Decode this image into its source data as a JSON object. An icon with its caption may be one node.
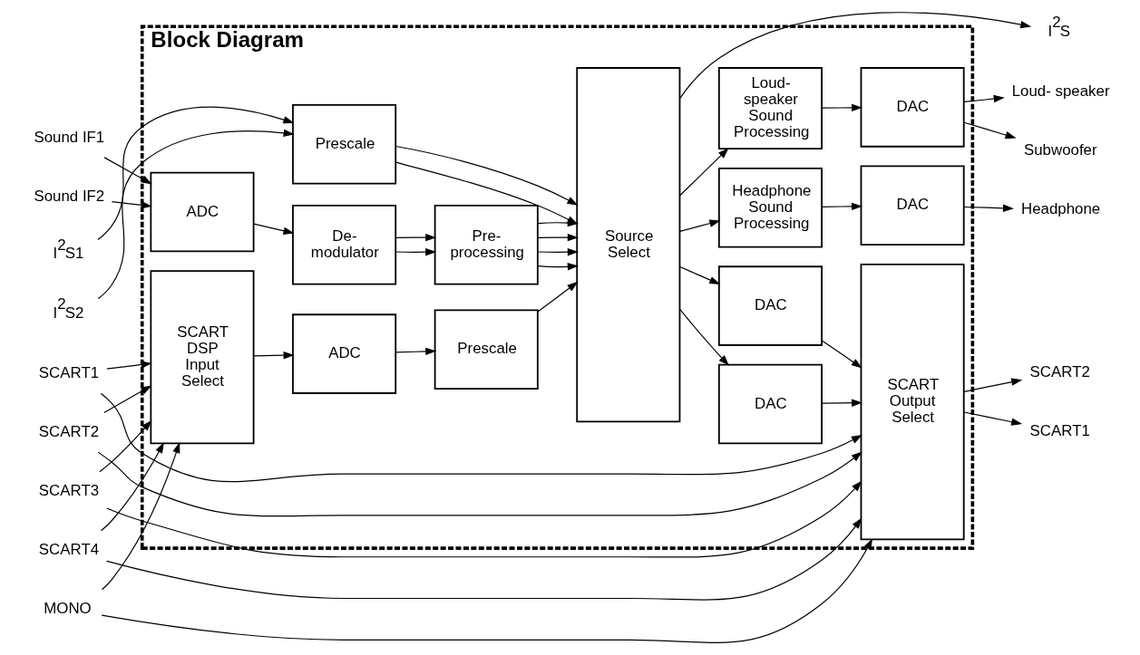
{
  "diagram": {
    "nodes": [
      {
        "text": [
          "Block Diagram"
        ]
      },
      {
        "text": [
          "Sound IF1"
        ]
      },
      {
        "text": [
          "Sound IF2"
        ]
      },
      {
        "text": [
          "I$^{2}$S1"
        ]
      },
      {
        "text": [
          "I$^{2}$S2"
        ]
      },
      {
        "text": [
          "SCART1"
        ]
      },
      {
        "text": [
          "SCART2"
        ]
      },
      {
        "text": [
          "SCART3"
        ]
      },
      {
        "text": [
          "SCART4"
        ]
      },
      {
        "text": [
          "MONO"
        ]
      },
      {
        "text": [
          "ADC"
        ],
        "in": 0
      },
      {
        "text": [
          "De- modulator"
        ],
        "in": 0
      },
      {
        "text": [
          "Pre- processing"
        ],
        "in": 0
      },
      {
        "text": [
          "Prescale"
        ],
        "in": 0
      },
      {
        "text": [
          "SCART DSP Input Select"
        ],
        "in": 0
      },
      {
        "text": [
          "ADC"
        ],
        "in": 0
      },
      {
        "text": [
          "Prescale"
        ],
        "in": 0
      },
      {
        "text": [
          "Source Select"
        ],
        "in": 0
      },
      {
        "text": [
          "Loud- speaker Sound Processing"
        ],
        "in": 0
      },
      {
        "text": [
          "Headphone Sound Processing"
        ],
        "in": 0
      },
      {
        "text": [
          "DAC"
        ],
        "in": 0
      },
      {
        "text": [
          "DAC"
        ],
        "in": 0
      },
      {
        "text": [
          "DAC"
        ],
        "in": 0
      },
      {
        "text": [
          "DAC"
        ],
        "in": 0
      },
      {
        "text": [
          "SCART Output Select"
        ],
        "in": 0
      },
      {
        "text": [
          "Loud- speaker"
        ]
      },
      {
        "text": [
          "Subwoofer"
        ]
      },
      {
        "text": [
          "Headphone"
        ]
      },
      {
        "text": [
          "I$^{2}$S"
        ]
      },
      {
        "text": [
          "SCART1"
        ]
      },
      {
        "text": [
          "SCART2"
        ]
      }
    ],
    "edges": [
      {
        "from": 1,
        "to": 10,
        "arrow": "to"
      },
      {
        "from": 2,
        "to": 10,
        "arrow": "to"
      },
      {
        "from": 10,
        "to": 11,
        "arrow": "to"
      },
      {
        "from": 11,
        "to": 12,
        "arrow": "to"
      },
      {
        "from": 11,
        "to": 12,
        "arrow": "to"
      },
      {
        "from": 12,
        "to": 17,
        "arrow": "to"
      },
      {
        "from": 12,
        "to": 17,
        "arrow": "to"
      },
      {
        "from": 12,
        "to": 17,
        "arrow": "to"
      },
      {
        "from": 12,
        "to": 17,
        "arrow": "to"
      },
      {
        "from": 3,
        "to": 13,
        "arrow": "to"
      },
      {
        "from": 4,
        "to": 13,
        "arrow": "to"
      },
      {
        "from": 13,
        "to": 17,
        "arrow": "to"
      },
      {
        "from": 13,
        "to": 17,
        "arrow": "to"
      },
      {
        "from": 5,
        "to": 14,
        "arrow": "to"
      },
      {
        "from": 6,
        "to": 14,
        "arrow": "to"
      },
      {
        "from": 7,
        "to": 14,
        "arrow": "to"
      },
      {
        "from": 8,
        "to": 14,
        "arrow": "to"
      },
      {
        "from": 9,
        "to": 14,
        "arrow": "to"
      },
      {
        "from": 14,
        "to": 15,
        "arrow": "to"
      },
      {
        "from": 15,
        "to": 16,
        "arrow": "to"
      },
      {
        "from": 16,
        "to": 17,
        "arrow": "to"
      },
      {
        "from": 5,
        "to": 24,
        "arrow": "to"
      },
      {
        "from": 6,
        "to": 24,
        "arrow": "to"
      },
      {
        "from": 7,
        "to": 24,
        "arrow": "to"
      },
      {
        "from": 8,
        "to": 24,
        "arrow": "to"
      },
      {
        "from": 9,
        "to": 24,
        "arrow": "to"
      },
      {
        "from": 17,
        "to": 18,
        "arrow": "to"
      },
      {
        "from": 17,
        "to": 19,
        "arrow": "to"
      },
      {
        "from": 17,
        "to": 28,
        "arrow": "to"
      },
      {
        "from": 17,
        "to": 22,
        "arrow": "to"
      },
      {
        "from": 17,
        "to": 23,
        "arrow": "to"
      },
      {
        "from": 18,
        "to": 20,
        "arrow": "to"
      },
      {
        "from": 19,
        "to": 21,
        "arrow": "to"
      },
      {
        "from": 20,
        "to": 25,
        "arrow": "to"
      },
      {
        "from": 20,
        "to": 26,
        "arrow": "to"
      },
      {
        "from": 21,
        "to": 27,
        "arrow": "to"
      },
      {
        "from": 22,
        "to": 24,
        "arrow": "to"
      },
      {
        "from": 23,
        "to": 24,
        "arrow": "to"
      },
      {
        "from": 24,
        "to": 29,
        "arrow": "to"
      },
      {
        "from": 24,
        "to": 30,
        "arrow": "to"
      }
    ]
  }
}
